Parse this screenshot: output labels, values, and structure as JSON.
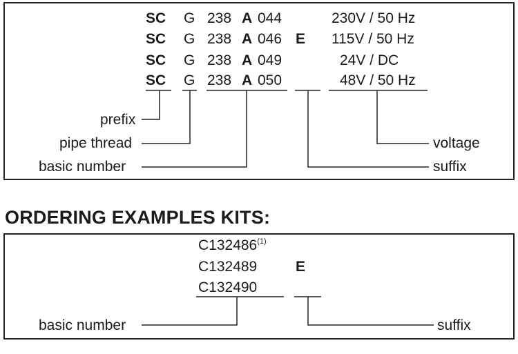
{
  "codes": [
    {
      "prefix": "SC",
      "thread": "G",
      "basic": "238",
      "letter": "A",
      "num": "044",
      "suffix": "",
      "voltage": "230V / 50 Hz"
    },
    {
      "prefix": "SC",
      "thread": "G",
      "basic": "238",
      "letter": "A",
      "num": "046",
      "suffix": "E",
      "voltage": "115V / 50 Hz"
    },
    {
      "prefix": "SC",
      "thread": "G",
      "basic": "238",
      "letter": "A",
      "num": "049",
      "suffix": "",
      "voltage": "24V / DC"
    },
    {
      "prefix": "SC",
      "thread": "G",
      "basic": "238",
      "letter": "A",
      "num": "050",
      "suffix": "",
      "voltage": "48V / 50 Hz"
    }
  ],
  "labels": {
    "prefix": "prefix",
    "pipe_thread": "pipe thread",
    "basic_number": "basic number",
    "voltage": "voltage",
    "suffix": "suffix"
  },
  "kits_heading": "ORDERING EXAMPLES KITS:",
  "kits": [
    {
      "code": "C132486",
      "note": "(1)",
      "suffix": ""
    },
    {
      "code": "C132489",
      "note": "",
      "suffix": "E"
    },
    {
      "code": "C132490",
      "note": "",
      "suffix": ""
    }
  ],
  "kit_labels": {
    "basic_number": "basic number",
    "suffix": "suffix"
  }
}
